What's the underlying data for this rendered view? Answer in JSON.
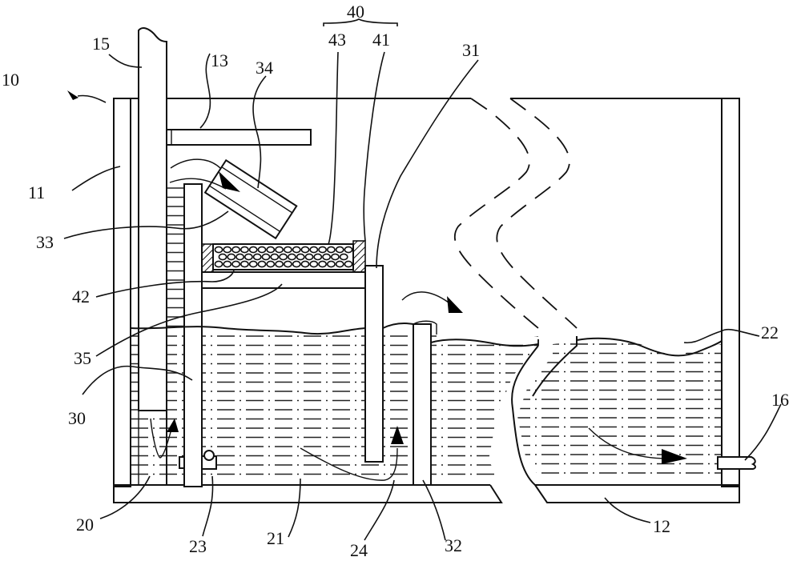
{
  "figure": {
    "type": "patent-diagram",
    "subject": "water tank with filter assembly",
    "reference_numerals": {
      "tank": "10",
      "side_wall": "11",
      "bottom_wall": "12",
      "top_bracket": "13",
      "inlet_pipe": "15",
      "outlet": "16",
      "first_chamber": "20",
      "second_chamber": "21",
      "third_chamber": "22",
      "valve": "23",
      "passage": "24",
      "partition": "30",
      "upper_partition": "31",
      "lower_partition": "32",
      "overflow_edge": "33",
      "chute": "34",
      "support_plate": "35",
      "filter_module": "40",
      "filter_frame": "41",
      "filter_base": "42",
      "filter_media": "43"
    },
    "colors": {
      "line": "#111111",
      "background": "#ffffff",
      "arrow": "#000000"
    }
  }
}
